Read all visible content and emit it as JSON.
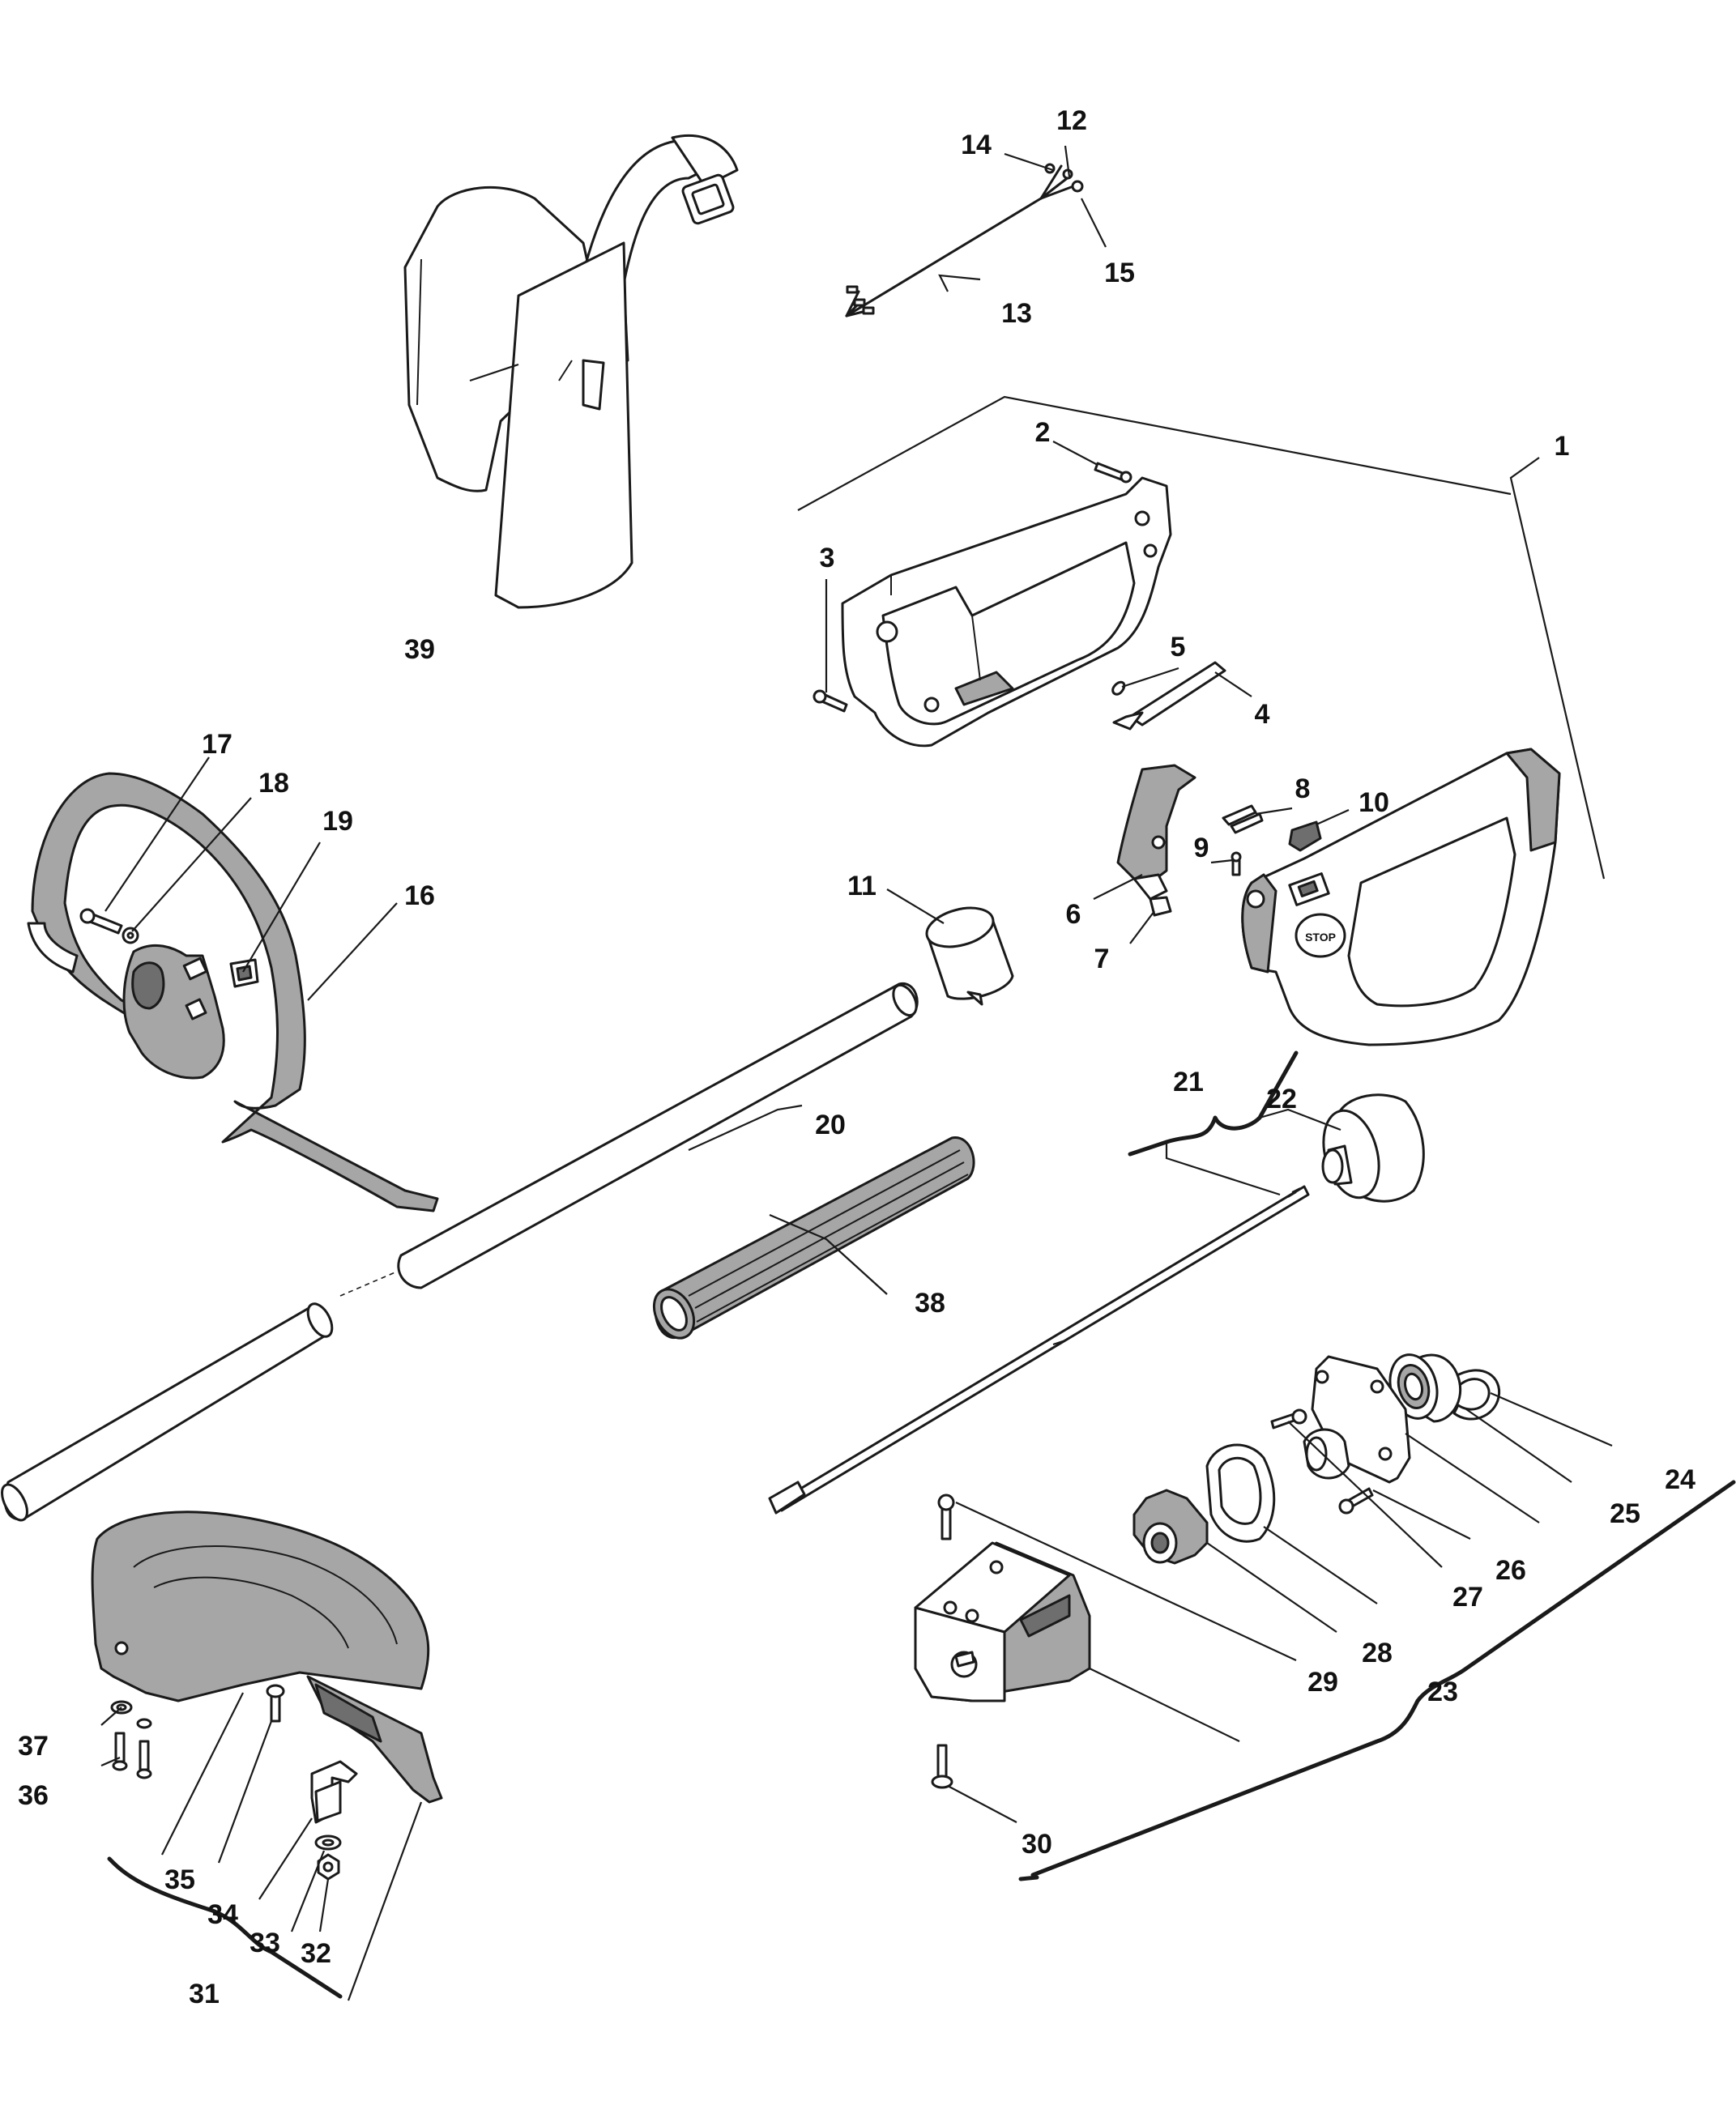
{
  "callouts": [
    {
      "id": "1",
      "label": "1"
    },
    {
      "id": "2",
      "label": "2"
    },
    {
      "id": "3",
      "label": "3"
    },
    {
      "id": "4",
      "label": "4"
    },
    {
      "id": "5",
      "label": "5"
    },
    {
      "id": "6",
      "label": "6"
    },
    {
      "id": "7",
      "label": "7"
    },
    {
      "id": "8",
      "label": "8"
    },
    {
      "id": "9",
      "label": "9"
    },
    {
      "id": "10",
      "label": "10"
    },
    {
      "id": "11",
      "label": "11"
    },
    {
      "id": "12",
      "label": "12"
    },
    {
      "id": "13",
      "label": "13"
    },
    {
      "id": "14",
      "label": "14"
    },
    {
      "id": "15",
      "label": "15"
    },
    {
      "id": "16",
      "label": "16"
    },
    {
      "id": "17",
      "label": "17"
    },
    {
      "id": "18",
      "label": "18"
    },
    {
      "id": "19",
      "label": "19"
    },
    {
      "id": "20",
      "label": "20"
    },
    {
      "id": "21",
      "label": "21"
    },
    {
      "id": "22",
      "label": "22"
    },
    {
      "id": "23",
      "label": "23"
    },
    {
      "id": "24",
      "label": "24"
    },
    {
      "id": "25",
      "label": "25"
    },
    {
      "id": "26",
      "label": "26"
    },
    {
      "id": "27",
      "label": "27"
    },
    {
      "id": "28",
      "label": "28"
    },
    {
      "id": "29",
      "label": "29"
    },
    {
      "id": "30",
      "label": "30"
    },
    {
      "id": "31",
      "label": "31"
    },
    {
      "id": "32",
      "label": "32"
    },
    {
      "id": "33",
      "label": "33"
    },
    {
      "id": "34",
      "label": "34"
    },
    {
      "id": "35",
      "label": "35"
    },
    {
      "id": "36",
      "label": "36"
    },
    {
      "id": "37",
      "label": "37"
    },
    {
      "id": "38",
      "label": "38"
    },
    {
      "id": "39",
      "label": "39"
    }
  ],
  "printed_marks": {
    "switch_text": "STOP"
  },
  "colors": {
    "line": "#1a1a1a",
    "fill_light": "#ffffff",
    "fill_grey": "#a6a6a6",
    "fill_dark": "#6e6e6e"
  }
}
